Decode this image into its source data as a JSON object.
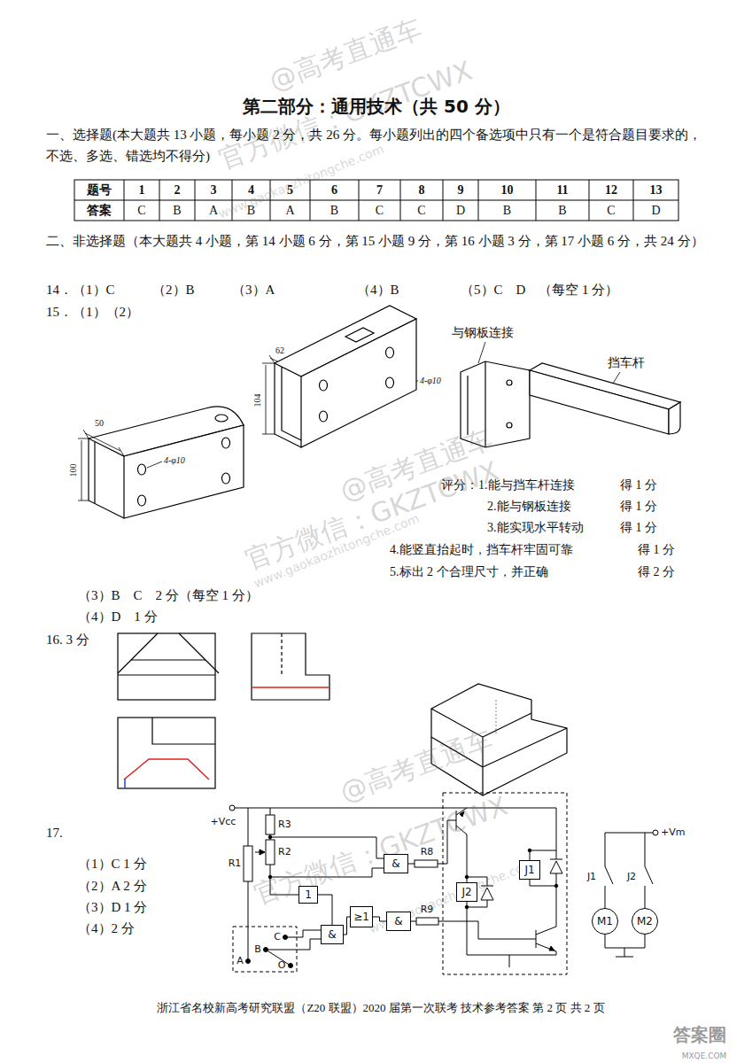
{
  "diagram": {
    "title": "第二部分：通用技术（共 50 分）",
    "caption": "浙江省名校新高考研究联盟（Z20 联盟）2020 届第一次联考 技术参考答案 第 2 页 共 2 页",
    "nodes": [
      {
        "text": [
          "&"
        ]
      },
      {
        "text": [
          "1"
        ]
      },
      {
        "text": [
          "&"
        ]
      },
      {
        "text": [
          "≥1"
        ]
      },
      {
        "text": [
          "&"
        ]
      },
      {
        "text": [
          "J1"
        ]
      },
      {
        "text": [
          "J2"
        ]
      },
      {
        "text": [
          "M1"
        ]
      },
      {
        "text": [
          "M2"
        ]
      }
    ],
    "edges": [
      {
        "from": 1,
        "to": 2,
        "arrow": "none"
      },
      {
        "from": 2,
        "to": 3,
        "arrow": "none"
      },
      {
        "from": 3,
        "to": 4,
        "arrow": "none"
      }
    ],
    "labels": [
      "一、选择题(本大题共 13 小题，每小题 2 分，共 26 分。每小题列出的四个备选项中只有一个是符合题目要求的，不选、多选、错选均不得分)",
      "题号",
      "1",
      "2",
      "3",
      "4",
      "5",
      "6",
      "7",
      "8",
      "9",
      "10",
      "11",
      "12",
      "13",
      "答案",
      "C",
      "B",
      "A",
      "B",
      "A",
      "B",
      "C",
      "C",
      "D",
      "B",
      "B",
      "C",
      "D",
      "二、非选择题（本大题共 4 小题，第 14 小题 6 分，第 15 小题 9 分，第 16 小题 3 分，第 17 小题 6 分，共 24 分）",
      "14．（1）C",
      "（2）B",
      "（3）A",
      "（4）B",
      "（5）C　D　（每空 1 分）",
      "15．（1）（2）",
      "50",
      "100",
      "4-φ10",
      "62",
      "104",
      "4-φ10",
      "与钢板连接",
      "挡车杆",
      "评分：1.能与挡车杆连接",
      "得 1 分",
      "2.能与钢板连接",
      "得 1 分",
      "3.能实现水平转动",
      "得 1 分",
      "4.能竖直抬起时，挡车杆牢固可靠",
      "得 1 分",
      "5.标出 2 个合理尺寸，并正确",
      "得 2 分",
      "（3）B　C　2 分（每空 1 分）",
      "（4）D　1 分",
      "16. 3 分",
      "17.",
      "（1）C 1 分",
      "（2）A 2 分",
      "（3）D 1 分",
      "（4）2 分",
      "+Vcc",
      "R3",
      "R2",
      "R1",
      "R8",
      "R9",
      "A",
      "B",
      "C",
      "O",
      "+Vm",
      "J1",
      "J2",
      "@高考直通车",
      "官方微信：GKZTCWX",
      "www.gaokaozhitongche.com",
      "@高考直通车",
      "官方微信：GKZTCWX",
      "www.gaokaozhitongche.com",
      "@高考直通车",
      "官方微信：GKZTCWX",
      "www.gaokaozhitongche.com",
      "答案圈",
      "MXQE.COM"
    ]
  }
}
